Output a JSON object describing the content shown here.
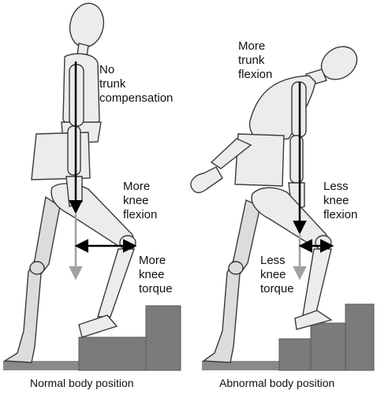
{
  "panels": {
    "normal": {
      "caption": "Normal body position",
      "trunk_label": [
        "No",
        "trunk",
        "compensation"
      ],
      "flexion_label": [
        "More",
        "knee",
        "flexion"
      ],
      "torque_label": [
        "More",
        "knee",
        "torque"
      ]
    },
    "abnormal": {
      "caption": "Abnormal body position",
      "trunk_label": [
        "More",
        "trunk",
        "flexion"
      ],
      "flexion_label": [
        "Less",
        "knee",
        "flexion"
      ],
      "torque_label": [
        "Less",
        "knee",
        "torque"
      ]
    }
  },
  "colors": {
    "stairs": "#7b7b7b",
    "arrow_black": "#000000",
    "arrow_gray": "#a0a0a0"
  }
}
